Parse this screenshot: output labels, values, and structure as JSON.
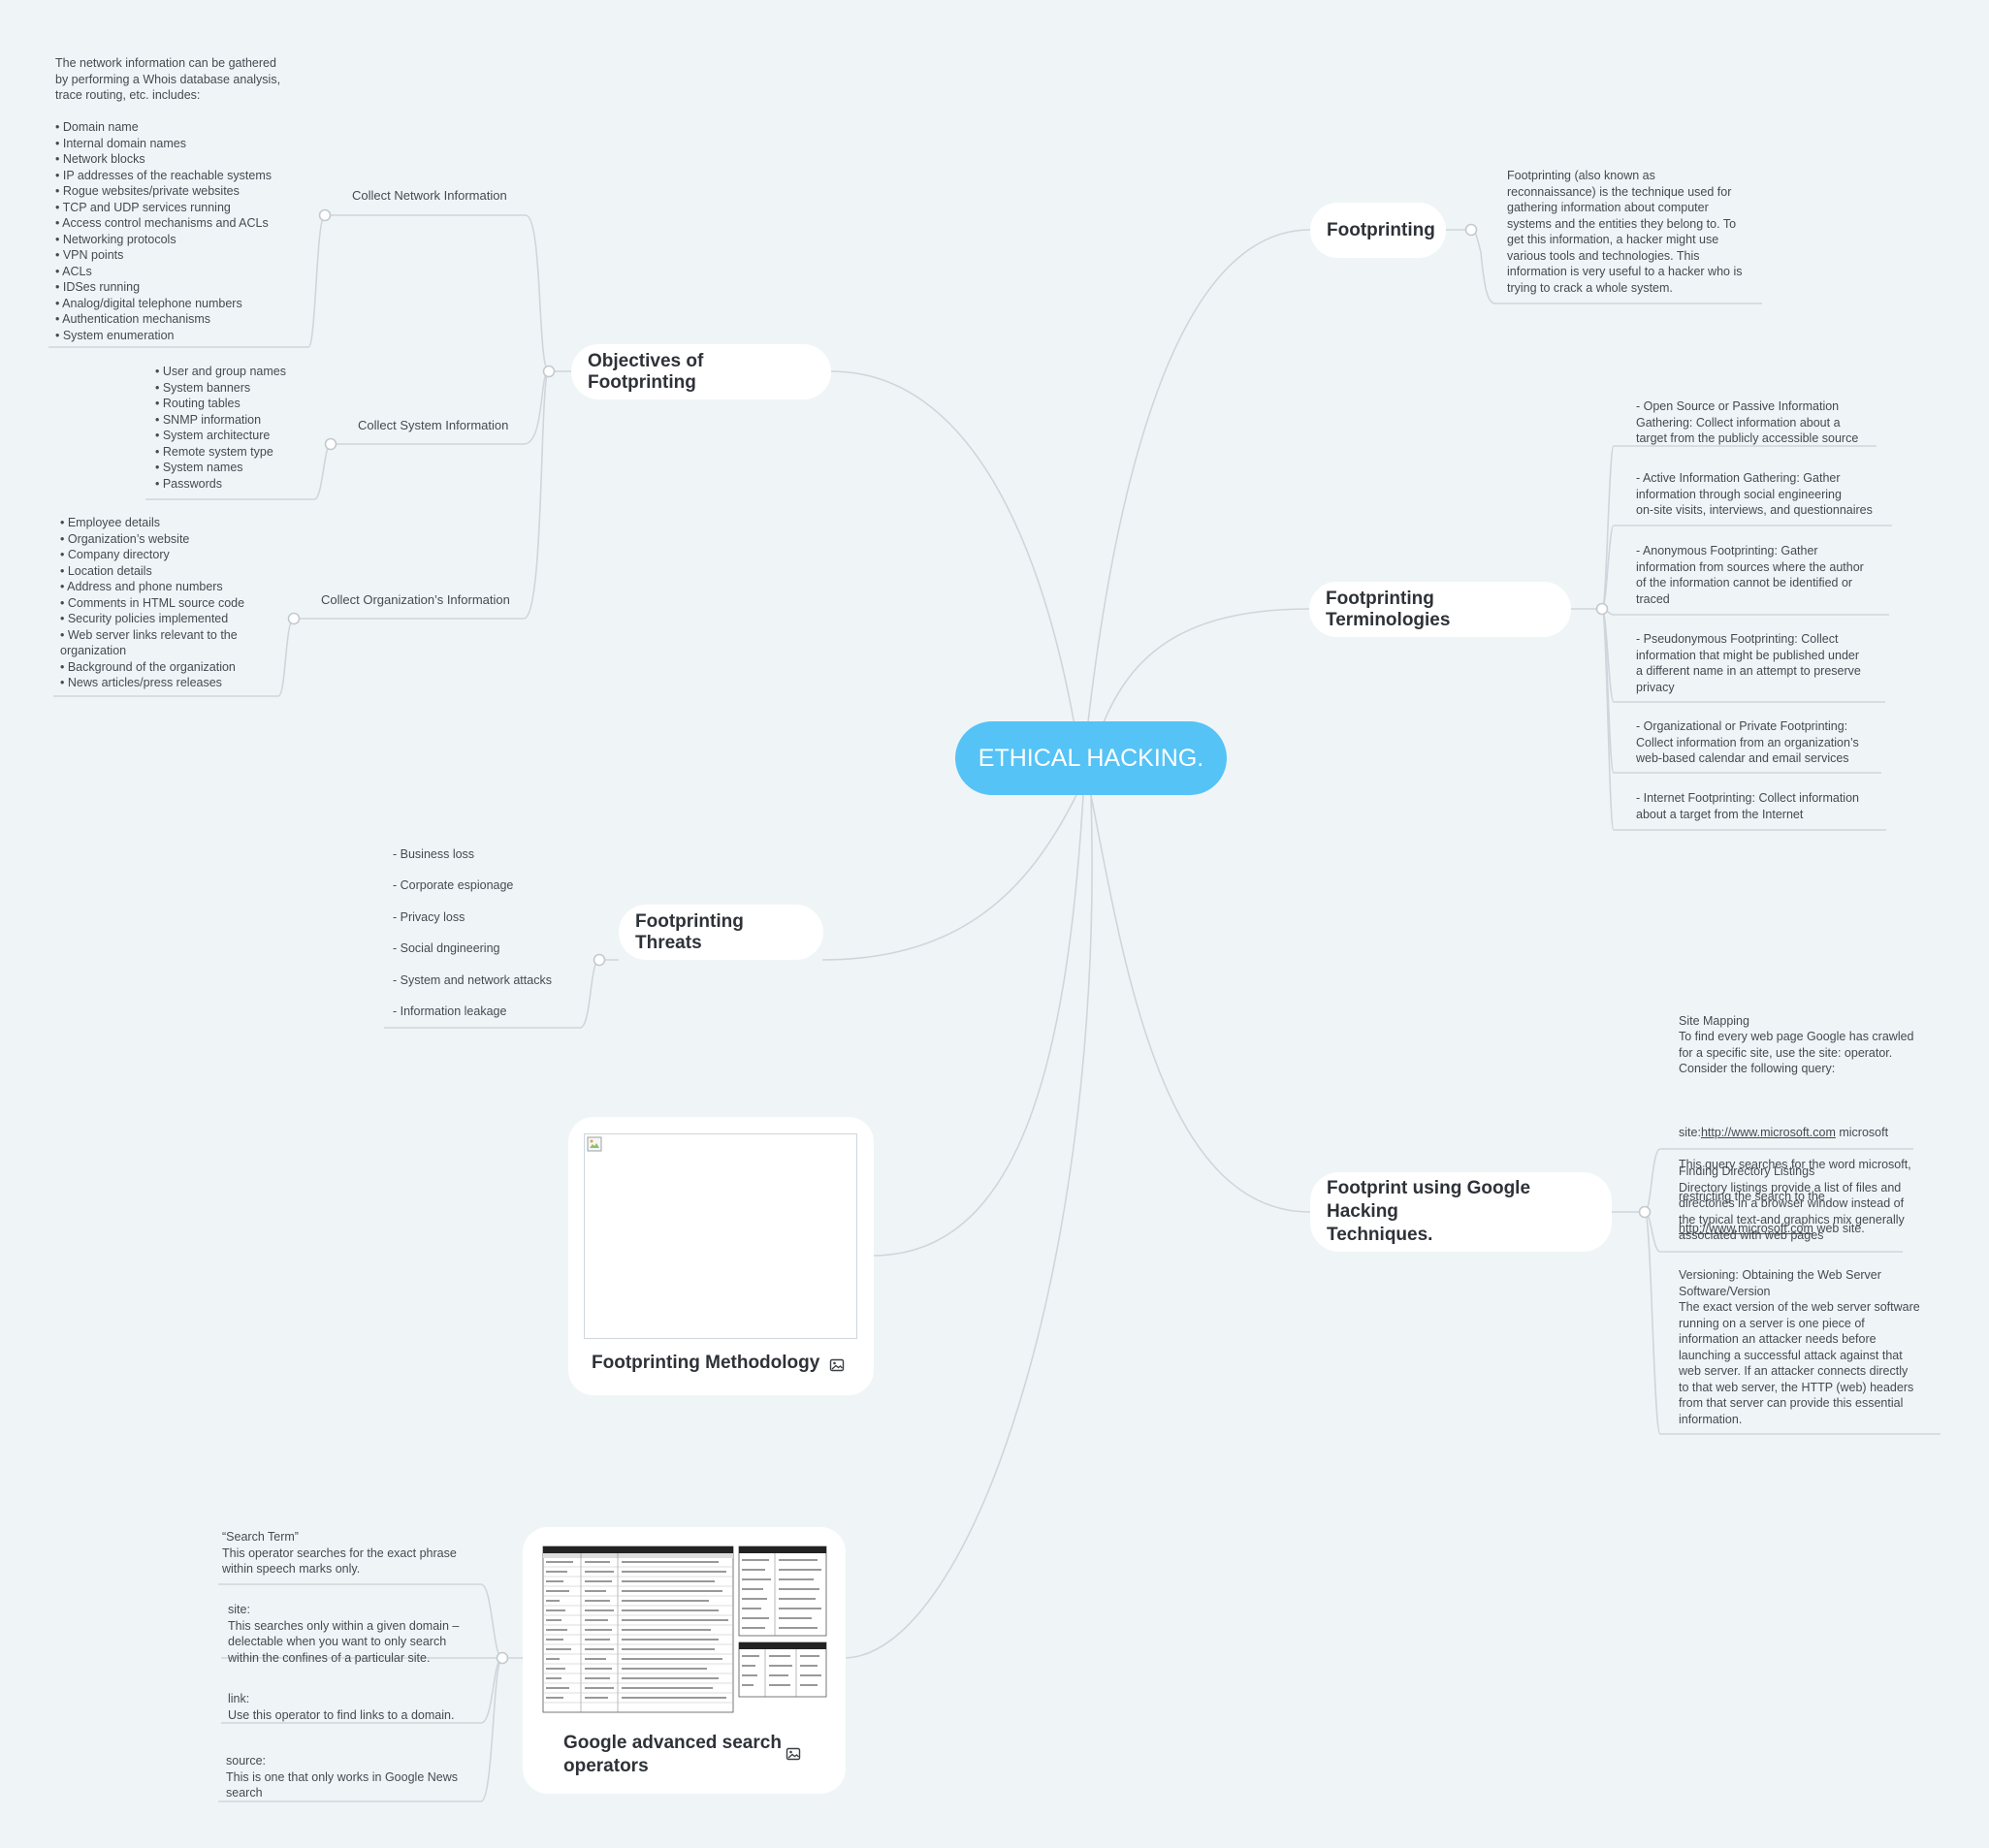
{
  "center": {
    "title": "ETHICAL HACKING."
  },
  "footprinting": {
    "label": "Footprinting",
    "description": "Footprinting (also known as\nreconnaissance) is the technique used for\ngathering information about computer\nsystems and the entities they belong to. To\nget this information, a hacker might use\nvarious tools and technologies. This\ninformation is very useful to a hacker who is\ntrying to crack a whole system."
  },
  "terminologies": {
    "label": "Footprinting Terminologies",
    "items": [
      "- Open Source or Passive Information\nGathering: Collect information about a\ntarget from the publicly accessible source",
      "- Active Information Gathering: Gather\ninformation through social engineering\non-site visits, interviews, and questionnaires",
      "- Anonymous Footprinting: Gather\ninformation from sources where the author\nof the information cannot be identified or\ntraced",
      "- Pseudonymous Footprinting: Collect\ninformation that might be published under\na different name in an attempt to preserve\nprivacy",
      "- Organizational or Private Footprinting:\nCollect information from an organization’s\nweb-based calendar and email services",
      "- Internet Footprinting: Collect information\nabout a target from the Internet"
    ]
  },
  "google_hacking": {
    "label": "Footprint using Google Hacking\nTechniques.",
    "site_mapping": {
      "intro": "Site Mapping\nTo find every web page Google has crawled\nfor a specific site, use the site: operator.\nConsider the following query:",
      "query_prefix": "site:",
      "query_link": "http://www.microsoft.com",
      "query_suffix": " microsoft",
      "line1": "This query searches for the word microsoft,",
      "line2": "restricting the search to the",
      "link2": "http://www.microsoft.com",
      "link2_suffix": " web site."
    },
    "directory": "Finding Directory Listings\nDirectory listings provide a list of files and\ndirectories in a browser window instead of\nthe typical text-and graphics mix generally\nassociated with web pages",
    "versioning": "Versioning: Obtaining the Web Server\nSoftware/Version\nThe exact version of the web server software\nrunning on a server is one piece of\ninformation an attacker needs before\nlaunching a successful attack against that\nweb server. If an attacker connects directly\nto that web server, the HTTP (web) headers\nfrom that server can provide this essential\ninformation."
  },
  "objectives": {
    "label": "Objectives of Footprinting",
    "network": {
      "label": "Collect Network Information",
      "text": "The network information can be gathered\nby performing a Whois database analysis,\ntrace routing, etc. includes:\n\n• Domain name\n• Internal domain names\n• Network blocks\n• IP addresses of the reachable systems\n• Rogue websites/private websites\n• TCP and UDP services running\n• Access control mechanisms and ACLs\n• Networking protocols\n• VPN points\n• ACLs\n• IDSes running\n• Analog/digital telephone numbers\n• Authentication mechanisms\n• System enumeration"
    },
    "system": {
      "label": "Collect System Information",
      "text": "• User and group names\n• System banners\n• Routing tables\n• SNMP information\n• System architecture\n• Remote system type\n• System names\n• Passwords"
    },
    "organization": {
      "label": "Collect Organization’s Information",
      "text": "• Employee details\n• Organization’s website\n• Company directory\n• Location details\n• Address and phone numbers\n• Comments in HTML source code\n• Security policies implemented\n• Web server links relevant to the\norganization\n• Background of the organization\n• News articles/press releases"
    }
  },
  "threats": {
    "label": "Footprinting Threats",
    "items": [
      "- Business loss",
      "- Corporate espionage",
      "- Privacy loss",
      "- Social dngineering",
      "- System and network attacks",
      "- Information leakage"
    ]
  },
  "methodology": {
    "label": "Footprinting Methodology"
  },
  "operators": {
    "label": "Google advanced search\noperators",
    "items": [
      "“Search Term”\nThis operator searches for the exact phrase\nwithin speech marks only.",
      "site:\nThis searches only within a given domain –\ndelectable when you want to only search\nwithin the confines of a particular site.",
      "link:\nUse this operator to find links to a domain.",
      "source:\nThis is one that only works in Google News\nsearch"
    ]
  },
  "colors": {
    "center": "#55c3f6",
    "line": "#cfd5da",
    "background": "#eff5f7"
  },
  "icons": {
    "image": "image-icon"
  }
}
